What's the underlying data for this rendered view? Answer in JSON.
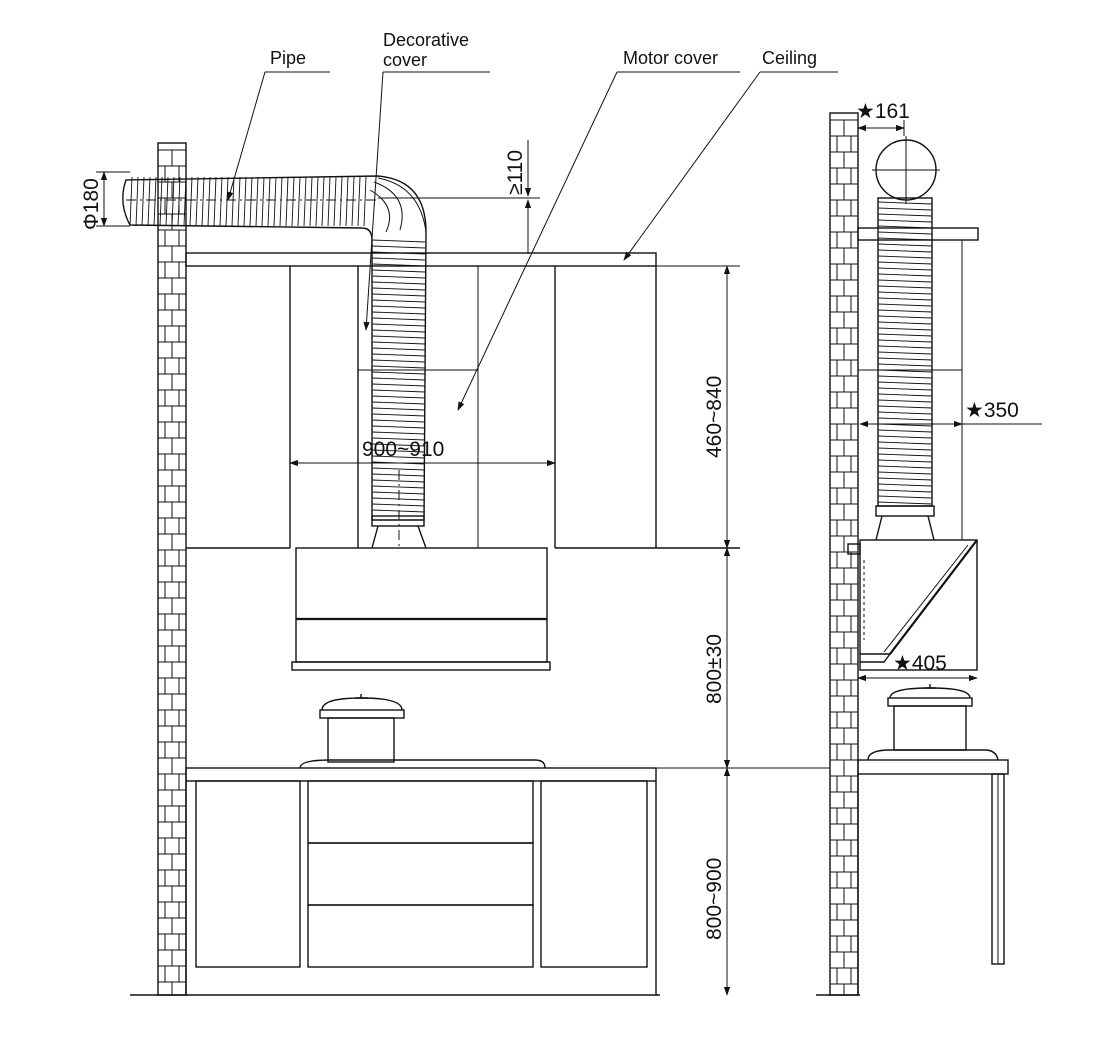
{
  "labels": {
    "pipe": "Pipe",
    "decorative_cover_line1": "Decorative",
    "decorative_cover_line2": "cover",
    "motor_cover": "Motor cover",
    "ceiling": "Ceiling"
  },
  "dimensions": {
    "pipe_diameter": "Φ180",
    "min_clearance": "≥110",
    "cabinet_width": "900~910",
    "upper_height": "460~840",
    "hood_height": "800±30",
    "counter_height": "800~900",
    "side_offset": "★161",
    "side_depth": "★350",
    "side_hood_depth": "★405"
  },
  "colors": {
    "line": "#111111",
    "background": "#ffffff"
  }
}
